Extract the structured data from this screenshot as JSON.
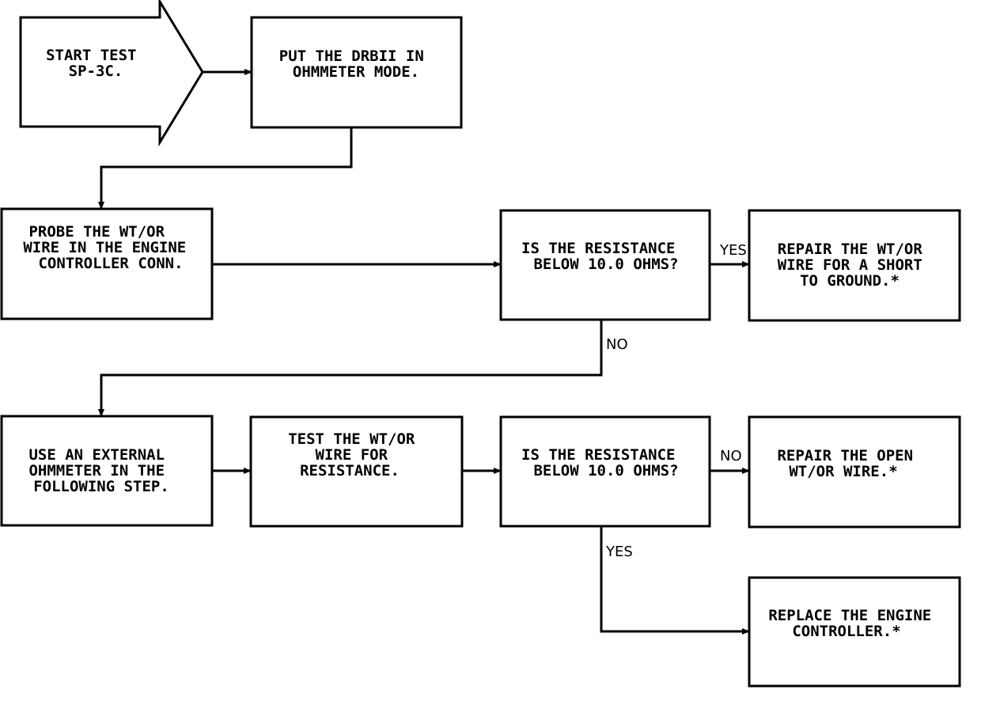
{
  "nodes": {
    "start": {
      "lines": [
        "START TEST",
        "SP-3C."
      ]
    },
    "put_drbii": {
      "lines": [
        "PUT THE DRBII IN",
        "OHMMETER MODE."
      ]
    },
    "probe": {
      "lines": [
        "PROBE THE WT/OR",
        "WIRE IN THE ENGINE",
        "CONTROLLER CONN."
      ]
    },
    "is_resistance_1": {
      "lines": [
        "IS THE RESISTANCE",
        "BELOW 10.0 OHMS?"
      ]
    },
    "repair_short": {
      "lines": [
        "REPAIR THE WT/OR",
        "WIRE FOR A SHORT",
        "TO GROUND.*"
      ]
    },
    "use_external": {
      "lines": [
        "USE AN EXTERNAL",
        "OHMMETER IN THE",
        "FOLLOWING STEP."
      ]
    },
    "test_wire": {
      "lines": [
        "TEST THE WT/OR",
        "WIRE FOR",
        "RESISTANCE."
      ]
    },
    "is_resistance_2": {
      "lines": [
        "IS THE RESISTANCE",
        "BELOW 10.0 OHMS?"
      ]
    },
    "repair_open": {
      "lines": [
        "REPAIR THE OPEN",
        "WT/OR WIRE.*"
      ]
    },
    "replace_controller": {
      "lines": [
        "REPLACE THE ENGINE",
        "CONTROLLER.*"
      ]
    }
  },
  "edge_labels": {
    "q1_yes": "YES",
    "q1_no": "NO",
    "q2_no": "NO",
    "q2_yes": "YES"
  }
}
